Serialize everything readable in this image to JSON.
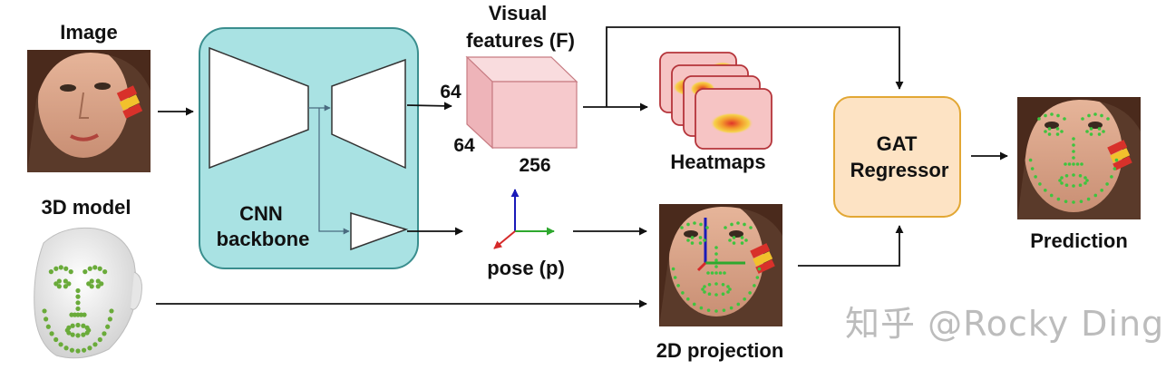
{
  "labels": {
    "image": "Image",
    "model_3d": "3D model",
    "cnn_line1": "CNN",
    "cnn_line2": "backbone",
    "visual_line1": "Visual",
    "visual_line2": "features (F)",
    "dim_64_top": "64",
    "dim_64_bottom": "64",
    "dim_256": "256",
    "heatmaps": "Heatmaps",
    "pose": "pose (p)",
    "gat_line1": "GAT",
    "gat_line2": "Regressor",
    "projection": "2D projection",
    "prediction": "Prediction"
  },
  "watermark": "知乎 @Rocky Ding",
  "colors": {
    "cnn_fill": "#a9e2e3",
    "cnn_stroke": "#3a8e8e",
    "cube_front": "#f6c9cc",
    "cube_top": "#f9dcde",
    "cube_side": "#eeb4b9",
    "cube_stroke": "#c77b82",
    "heatmap_fill": "#f6c4c4",
    "heatmap_stroke": "#b5343a",
    "gat_fill": "#fde3c4",
    "gat_stroke": "#e2a734",
    "axis_x": "#2ea82e",
    "axis_y": "#1a1ab8",
    "axis_z": "#d62a2a",
    "landmark": "#3ec43e"
  }
}
